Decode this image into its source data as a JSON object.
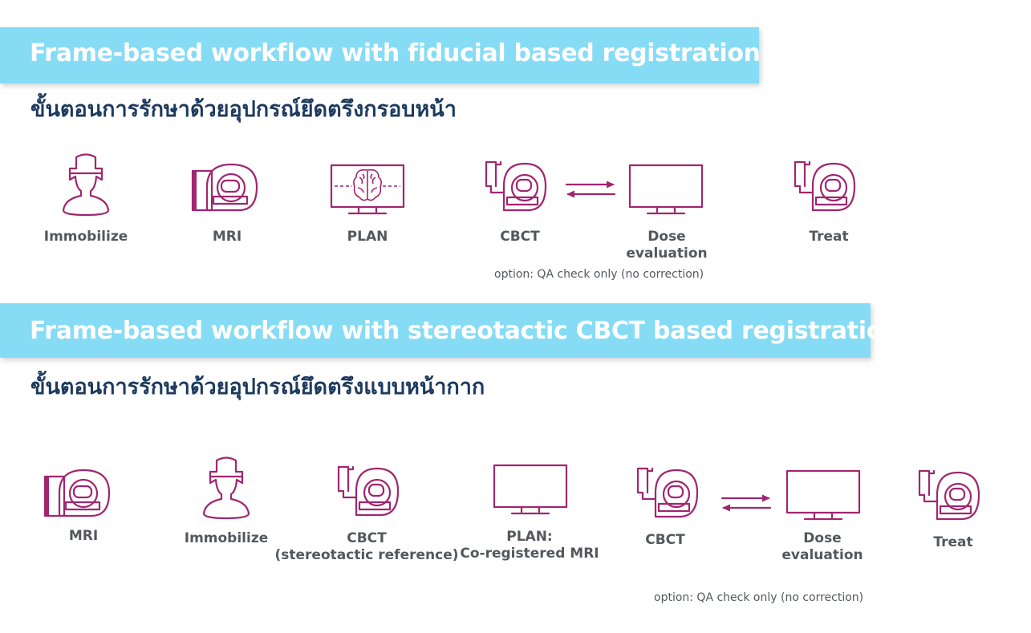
{
  "section1": {
    "title": "Frame-based workflow with fiducial based registration",
    "subtitle": "ขั้นตอนการรักษาด้วยอุปกรณ์ยึดตรึงกรอบหน้า",
    "steps": [
      {
        "label": "Immobilize",
        "icon": "head-frame-icon"
      },
      {
        "label": "MRI",
        "icon": "mri-scanner-icon"
      },
      {
        "label": "PLAN",
        "icon": "brain-monitor-icon"
      },
      {
        "label": "CBCT",
        "icon": "cbct-scanner-icon"
      },
      {
        "label": "Dose\nevaluation",
        "icon": "monitor-icon"
      },
      {
        "label": "Treat",
        "icon": "treatment-machine-icon"
      }
    ],
    "option": "option: QA check only (no correction)"
  },
  "section2": {
    "title": "Frame-based workflow with stereotactic CBCT based registration",
    "subtitle": "ขั้นตอนการรักษาด้วยอุปกรณ์ยึดตรึงแบบหน้ากาก",
    "steps": [
      {
        "label": "MRI",
        "icon": "mri-scanner-icon"
      },
      {
        "label": "Immobilize",
        "icon": "head-frame-icon"
      },
      {
        "label": "CBCT\n(stereotactic reference)",
        "icon": "cbct-scanner-icon"
      },
      {
        "label": "PLAN:\nCo-registered MRI",
        "icon": "monitor-icon"
      },
      {
        "label": "CBCT",
        "icon": "cbct-scanner-icon"
      },
      {
        "label": "Dose\nevaluation",
        "icon": "monitor-icon"
      },
      {
        "label": "Treat",
        "icon": "treatment-machine-icon"
      }
    ],
    "option": "option: QA check only (no correction)"
  },
  "colors": {
    "banner": "#86dcf5",
    "accent": "#a0266f",
    "subtitle": "#1d3a5e",
    "label": "#54585c"
  }
}
